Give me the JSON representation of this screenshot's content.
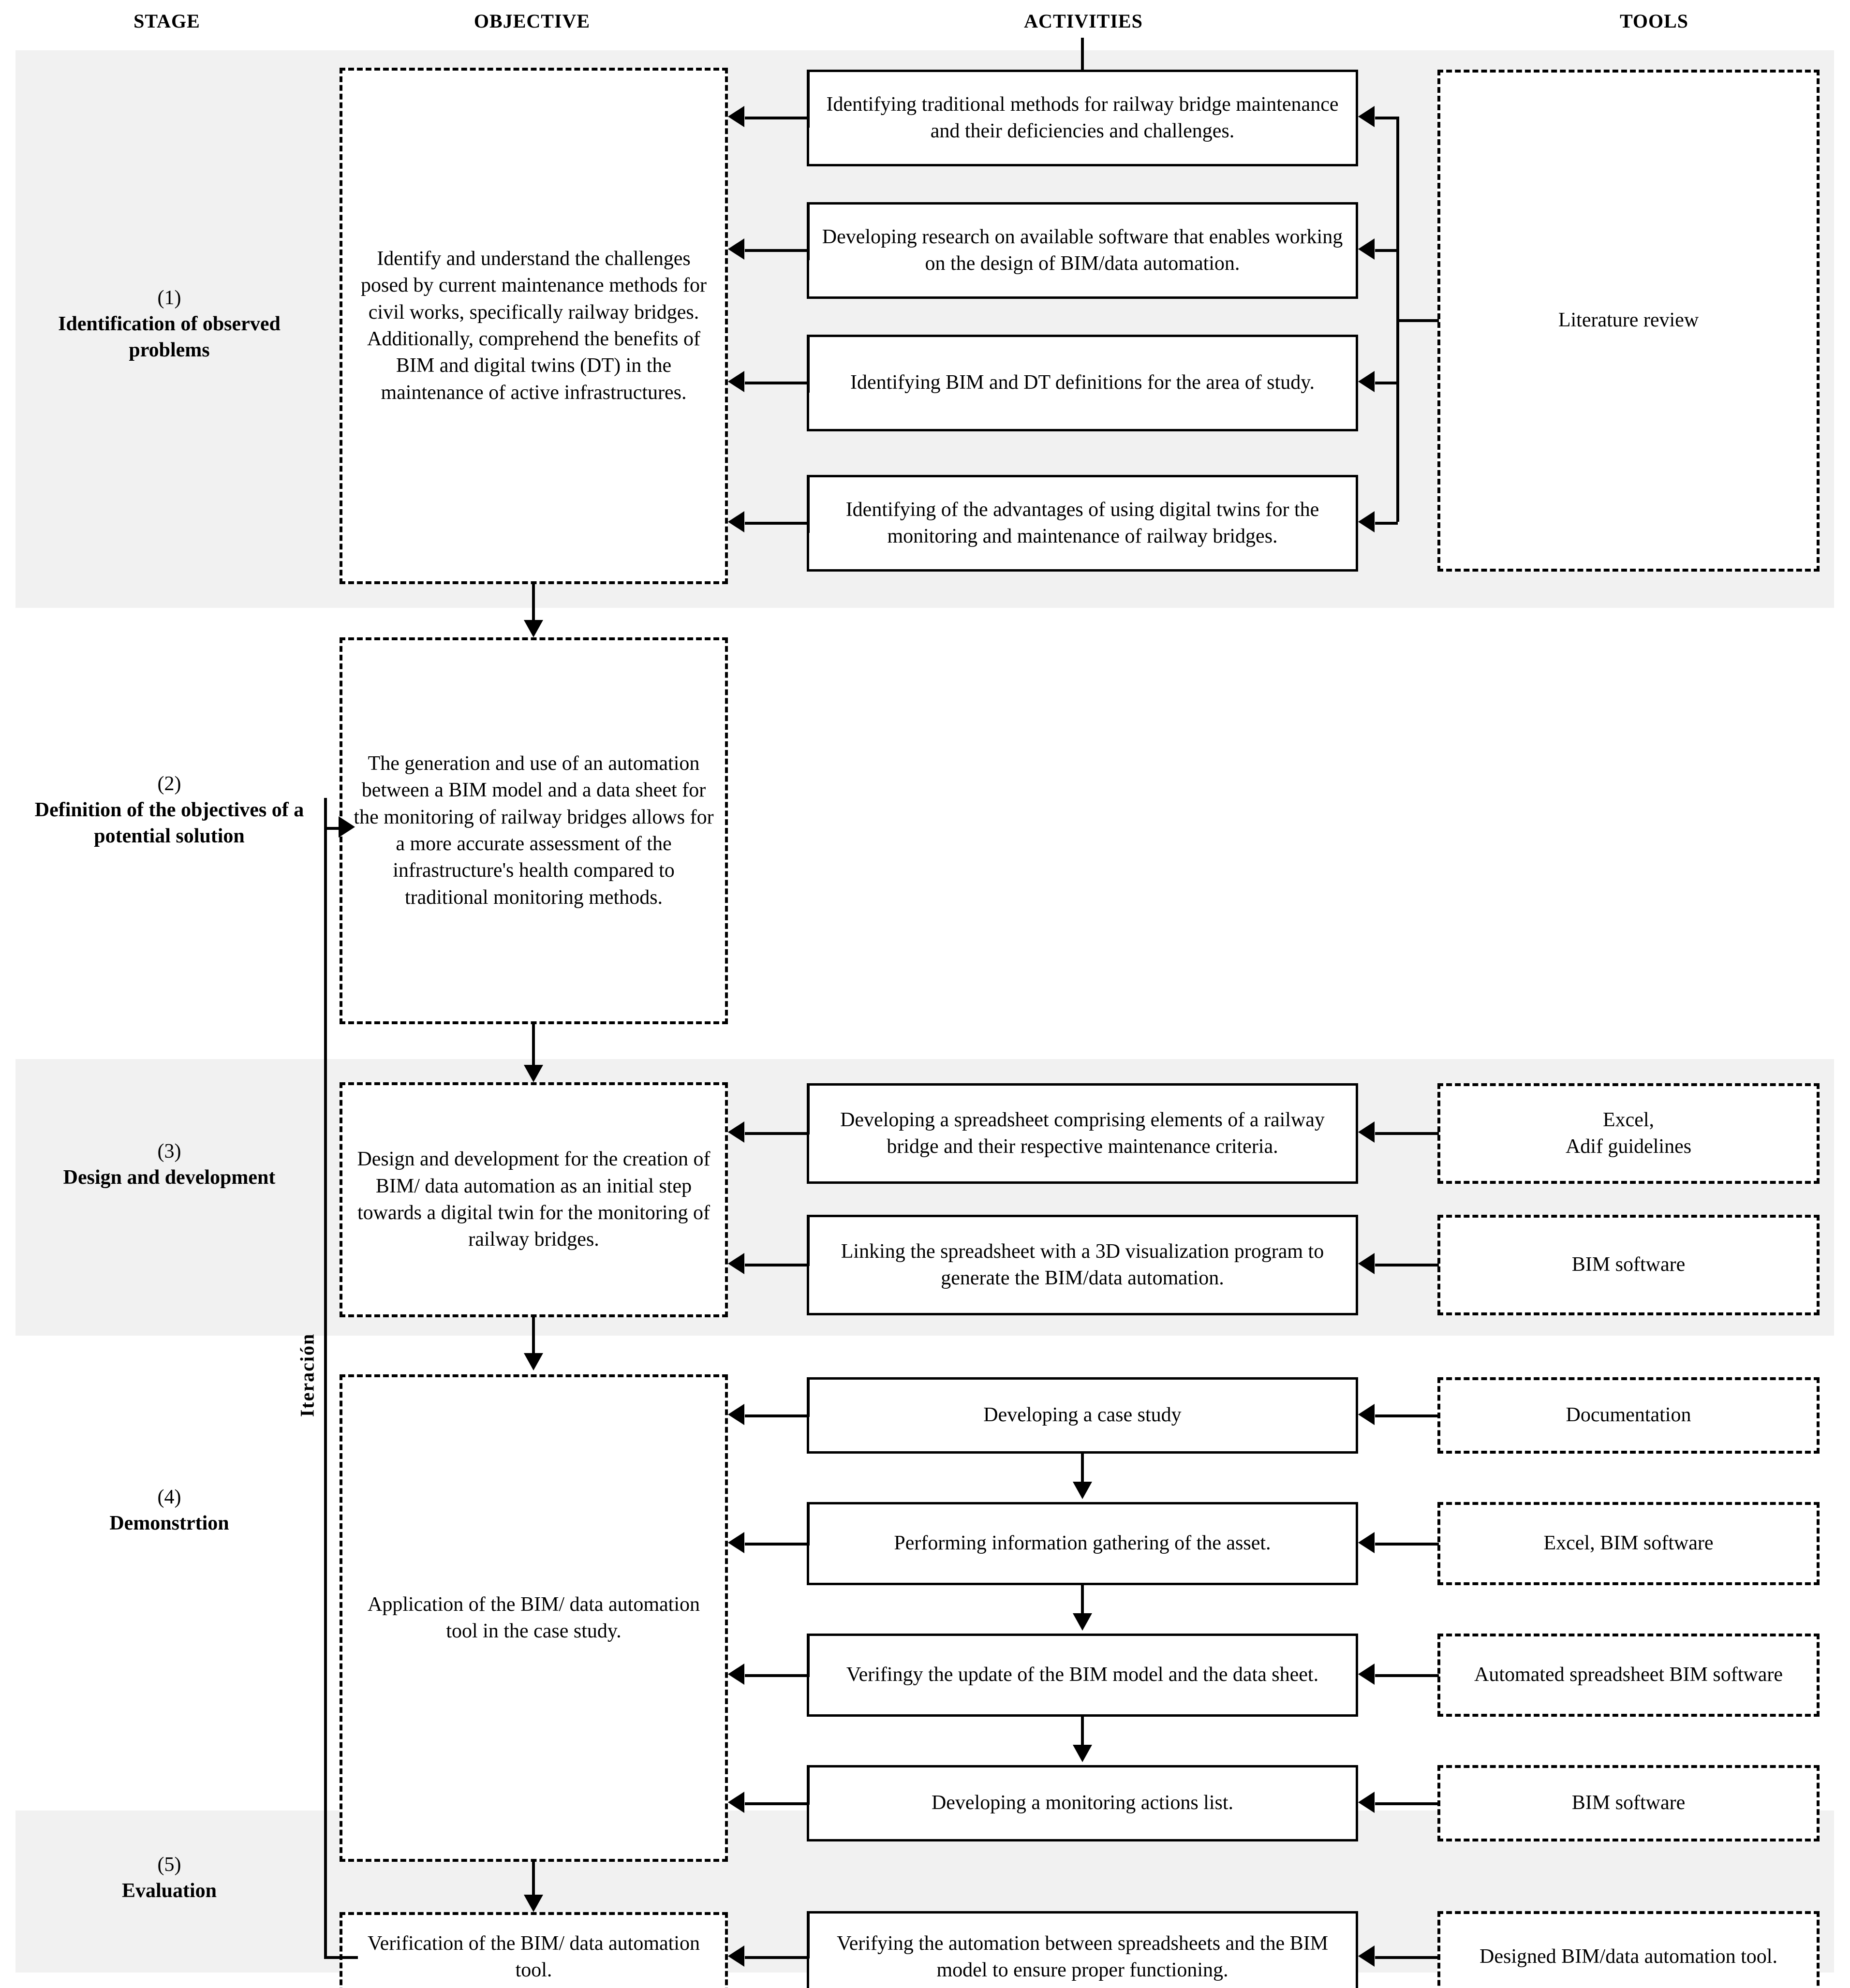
{
  "headers": {
    "stage": "STAGE",
    "objective": "OBJECTIVE",
    "activities": "ACTIVITIES",
    "tools": "TOOLS"
  },
  "iteration_label": "Iteración",
  "colors": {
    "band_fill": "#f1f1f1",
    "line": "#000000",
    "box_fill": "#ffffff"
  },
  "stages": [
    {
      "number": "(1)",
      "name": "Identification of observed problems",
      "objective": "Identify and understand the challenges posed by current maintenance methods for civil works, specifically railway bridges. Additionally, comprehend the benefits of BIM and digital twins (DT) in the maintenance of active infrastructures.",
      "activities": [
        "Identifying traditional methods for railway bridge maintenance and their deficiencies and challenges.",
        "Developing research on available software that enables working on the design of BIM/data automation.",
        "Identifying  BIM and DT definitions for the area of study.",
        "Identifying of the advantages of using digital twins for the monitoring and maintenance of railway bridges."
      ],
      "tools": [
        "Literature review"
      ]
    },
    {
      "number": "(2)",
      "name": "Definition of the objectives of a potential solution",
      "objective": "The generation and use of an automation between a BIM model and a data sheet for the monitoring of railway bridges allows for a more accurate assessment of the infrastructure's health compared to traditional monitoring methods.",
      "activities": [],
      "tools": []
    },
    {
      "number": "(3)",
      "name": "Design and development",
      "objective": "Design and development for the creation of BIM/ data automation as an initial step towards a digital twin for the monitoring of railway bridges.",
      "activities": [
        "Developing a spreadsheet comprising elements of a railway bridge and their respective maintenance criteria.",
        "Linking the spreadsheet with a 3D visualization program to generate the BIM/data automation."
      ],
      "tools": [
        "Excel,\nAdif guidelines",
        "BIM software"
      ]
    },
    {
      "number": "(4)",
      "name": "Demonstrtion",
      "objective": "Application of the BIM/ data automation tool in the case study.",
      "activities": [
        "Developing a case study",
        "Performing information gathering of the asset.",
        "Verifingy the update of the BIM model and the data sheet.",
        "Developing a monitoring actions list."
      ],
      "tools": [
        "Documentation",
        "Excel, BIM software",
        "Automated spreadsheet BIM software",
        "BIM software"
      ]
    },
    {
      "number": "(5)",
      "name": "Evaluation",
      "objective": "Verification of the BIM/ data automation tool.",
      "activities": [
        "Verifying the automation between spreadsheets and the BIM model to ensure proper functioning."
      ],
      "tools": [
        "Designed BIM/data automation tool."
      ]
    }
  ]
}
